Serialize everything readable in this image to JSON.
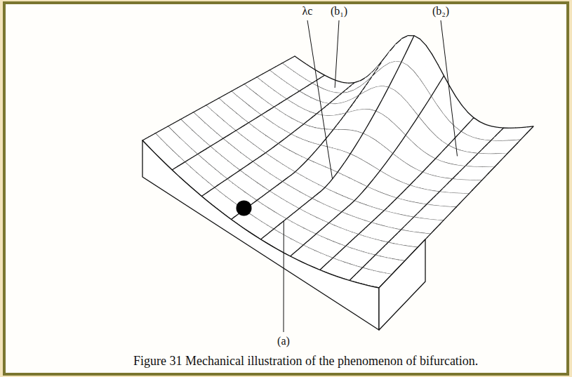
{
  "diagram": {
    "caption": "Figure 31 Mechanical illustration of the phenomenon of bifurcation.",
    "labels": [
      "λc",
      "(b₁)",
      "(b₂)",
      "(a)"
    ]
  }
}
